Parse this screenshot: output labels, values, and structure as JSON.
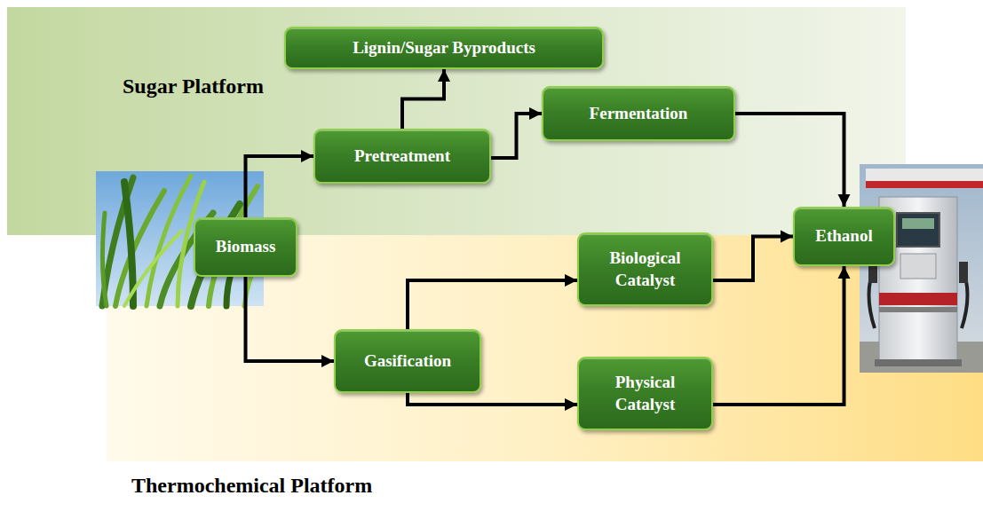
{
  "diagram": {
    "nodes": [
      {
        "text": [
          "Lignin/Sugar Byproducts"
        ]
      },
      {
        "text": [
          "Pretreatment"
        ]
      },
      {
        "text": [
          "Fermentation"
        ]
      },
      {
        "text": [
          "Biomass"
        ]
      },
      {
        "text": [
          "Gasification"
        ]
      },
      {
        "text": [
          "Biological Catalyst"
        ]
      },
      {
        "text": [
          "Physical Catalyst"
        ]
      },
      {
        "text": [
          "Ethanol"
        ]
      }
    ],
    "edges": [
      {
        "from": 3,
        "to": 1,
        "arrow": "to"
      },
      {
        "from": 1,
        "to": 0,
        "arrow": "to"
      },
      {
        "from": 1,
        "to": 2,
        "arrow": "to"
      },
      {
        "from": 2,
        "to": 7,
        "arrow": "to"
      },
      {
        "from": 3,
        "to": 4,
        "arrow": "to"
      },
      {
        "from": 4,
        "to": 5,
        "arrow": "to"
      },
      {
        "from": 4,
        "to": 6,
        "arrow": "to"
      },
      {
        "from": 5,
        "to": 7,
        "arrow": "to"
      },
      {
        "from": 6,
        "to": 7,
        "arrow": "to"
      }
    ],
    "labels": [
      "Sugar Platform",
      "Thermochemical Platform"
    ]
  }
}
